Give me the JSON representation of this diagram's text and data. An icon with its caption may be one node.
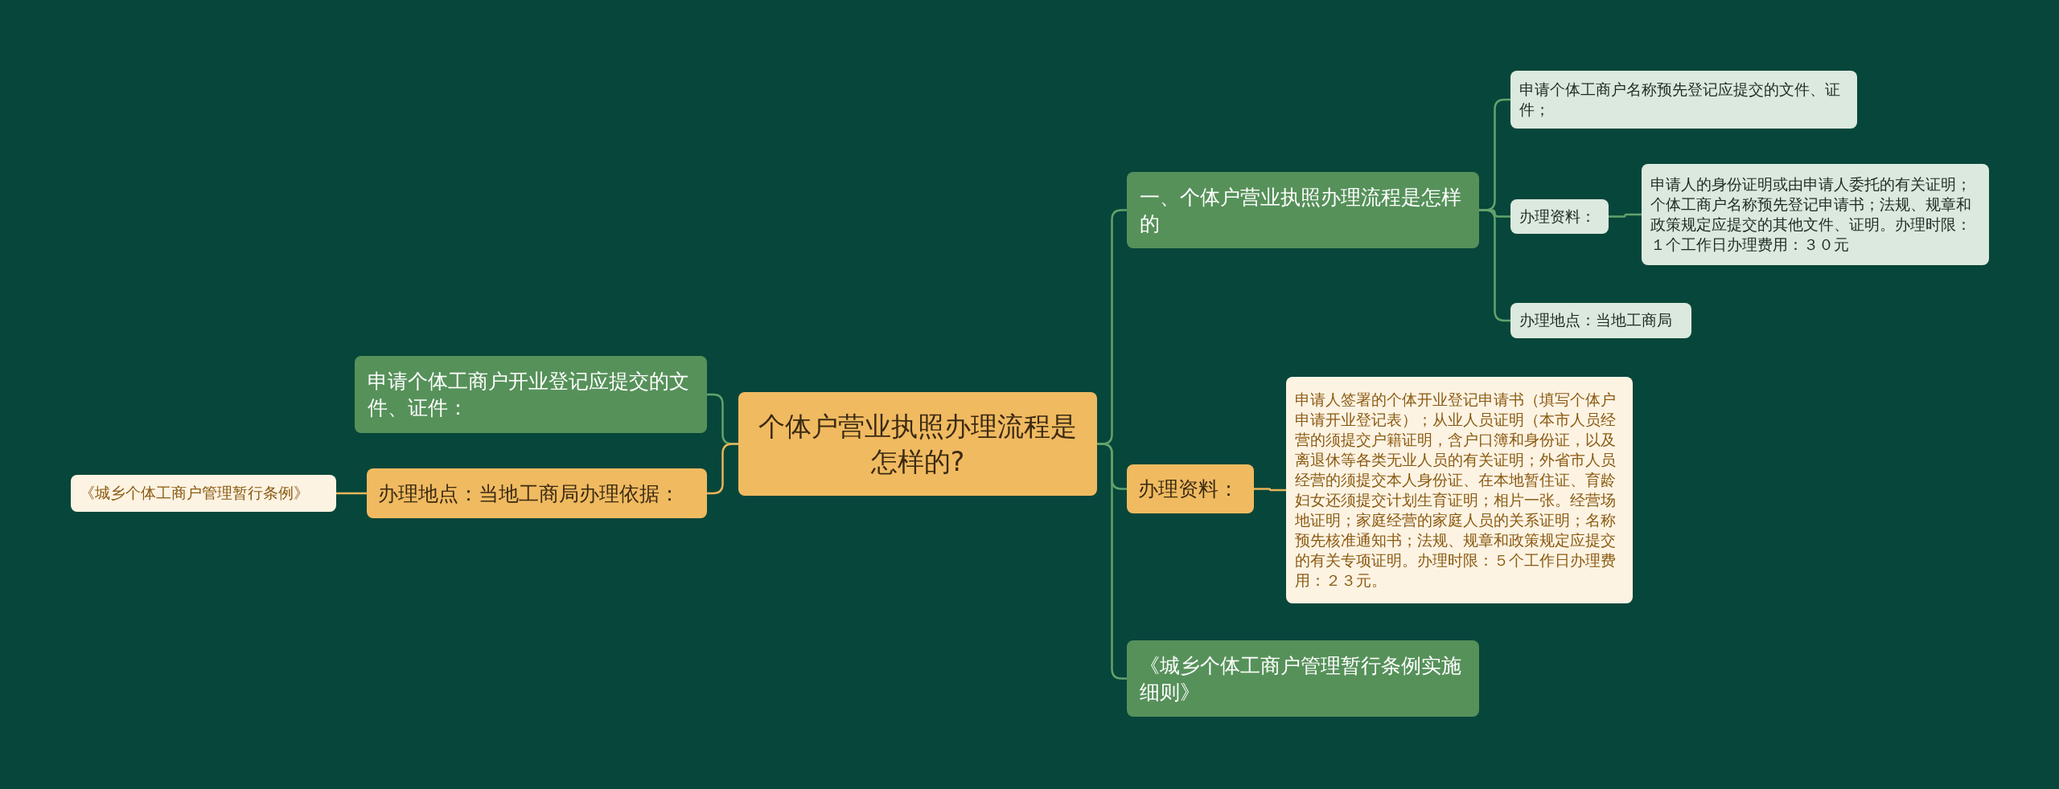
{
  "diagram": {
    "nodes": [
      {
        "text": [
          "个体户营业执照办理流程是怎样的?"
        ]
      },
      {
        "text": [
          "一、个体户营业执照办理流程是怎样的"
        ]
      },
      {
        "text": [
          "申请个体工商户名称预先登记应提交的文件、证件；"
        ]
      },
      {
        "text": [
          "办理资料："
        ]
      },
      {
        "text": [
          "申请人的身份证明或由申请人委托的有关证明；个体工商户名称预先登记申请书；法规、规章和政策规定应提交的其他文件、证明。办理时限：１个工作日办理费用：３０元"
        ]
      },
      {
        "text": [
          "办理地点：当地工商局"
        ]
      },
      {
        "text": [
          "办理资料："
        ]
      },
      {
        "text": [
          "申请人签署的个体开业登记申请书（填写个体户申请开业登记表）；从业人员证明（本市人员经营的须提交户籍证明，含户口簿和身份证，以及离退休等各类无业人员的有关证明；外省市人员经营的须提交本人身份证、在本地暂住证、育龄妇女还须提交计划生育证明；相片一张。经营场地证明；家庭经营的家庭人员的关系证明；名称预先核准通知书；法规、规章和政策规定应提交的有关专项证明。办理时限：５个工作日办理费用：２３元。"
        ]
      },
      {
        "text": [
          "《城乡个体工商户管理暂行条例实施细则》"
        ]
      },
      {
        "text": [
          "申请个体工商户开业登记应提交的文件、证件："
        ]
      },
      {
        "text": [
          "办理地点：当地工商局办理依据："
        ]
      },
      {
        "text": [
          "《城乡个体工商户管理暂行条例》"
        ]
      }
    ],
    "edges": [
      {
        "from": 0,
        "to": 1,
        "arrow": "none"
      },
      {
        "from": 0,
        "to": 6,
        "arrow": "none"
      },
      {
        "from": 0,
        "to": 8,
        "arrow": "none"
      },
      {
        "from": 0,
        "to": 9,
        "arrow": "none"
      },
      {
        "from": 0,
        "to": 10,
        "arrow": "none",
        "color": "#e8b45a"
      },
      {
        "from": 1,
        "to": 2,
        "arrow": "none"
      },
      {
        "from": 1,
        "to": 3,
        "arrow": "none"
      },
      {
        "from": 1,
        "to": 5,
        "arrow": "none"
      },
      {
        "from": 3,
        "to": 4,
        "arrow": "none"
      },
      {
        "from": 6,
        "to": 7,
        "arrow": "none",
        "color": "#e8b45a"
      },
      {
        "from": 10,
        "to": 11,
        "arrow": "none",
        "color": "#e8b45a"
      }
    ]
  }
}
